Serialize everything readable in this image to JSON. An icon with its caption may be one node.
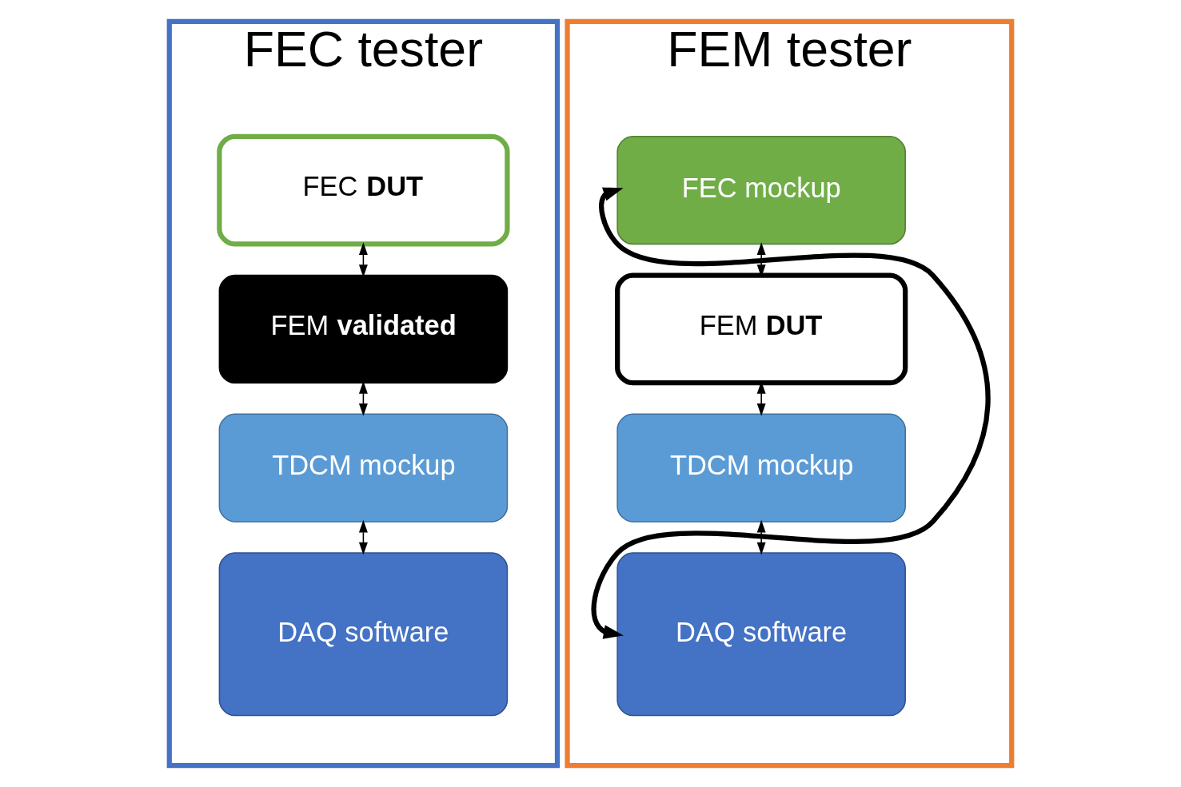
{
  "diagram": {
    "nodes": [
      {
        "text": [
          "FEC tester"
        ]
      },
      {
        "text": [
          "FEC **DUT**"
        ],
        "in": 0
      },
      {
        "text": [
          "FEM **validated**"
        ],
        "in": 0
      },
      {
        "text": [
          "TDCM mockup"
        ],
        "in": 0
      },
      {
        "text": [
          "DAQ software"
        ],
        "in": 0
      },
      {
        "text": [
          "FEM tester"
        ]
      },
      {
        "text": [
          "FEC mockup"
        ],
        "in": 5
      },
      {
        "text": [
          "FEM **DUT**"
        ],
        "in": 5
      },
      {
        "text": [
          "TDCM mockup"
        ],
        "in": 5
      },
      {
        "text": [
          "DAQ software"
        ],
        "in": 5
      }
    ],
    "edges": [
      {
        "from": 1,
        "to": 2,
        "arrow": "both"
      },
      {
        "from": 2,
        "to": 3,
        "arrow": "both"
      },
      {
        "from": 3,
        "to": 4,
        "arrow": "both"
      },
      {
        "from": 6,
        "to": 7,
        "arrow": "both"
      },
      {
        "from": 7,
        "to": 8,
        "arrow": "both"
      },
      {
        "from": 8,
        "to": 9,
        "arrow": "both"
      },
      {
        "from": 6,
        "to": 9,
        "arrow": "both",
        "style": "thick"
      }
    ]
  }
}
